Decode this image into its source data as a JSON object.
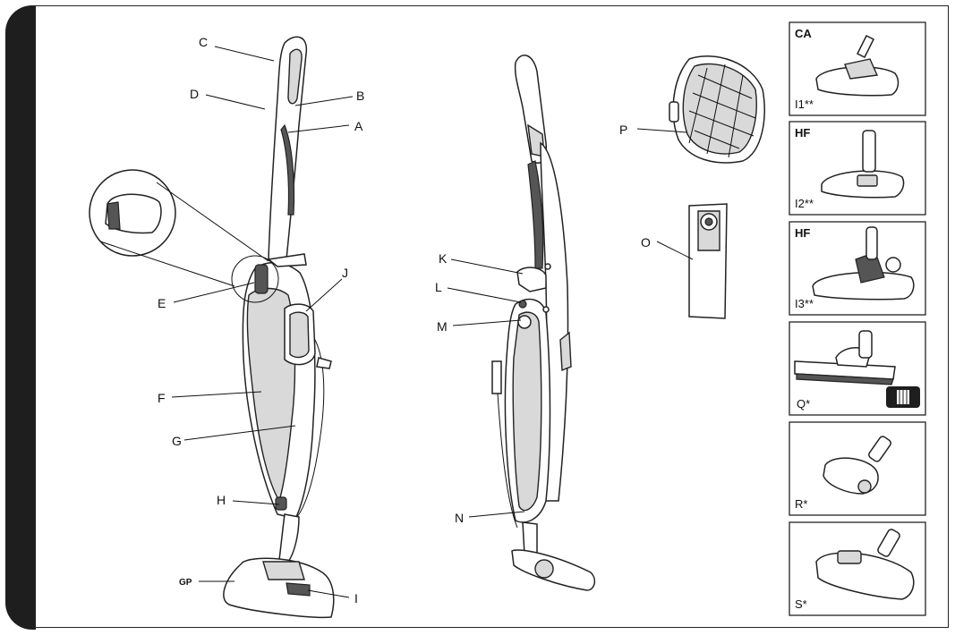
{
  "main_labels": {
    "C": "C",
    "D": "D",
    "B": "B",
    "A": "A",
    "E": "E",
    "J": "J",
    "F": "F",
    "G": "G",
    "H": "H",
    "GP": "GP",
    "I": "I",
    "K": "K",
    "L": "L",
    "M": "M",
    "N": "N",
    "P": "P",
    "O": "O"
  },
  "accessories": [
    {
      "code": "CA",
      "id": "I1**"
    },
    {
      "code": "HF",
      "id": "I2**"
    },
    {
      "code": "HF",
      "id": "I3**"
    },
    {
      "code": "",
      "id": "Q*"
    },
    {
      "code": "",
      "id": "R*"
    },
    {
      "code": "",
      "id": "S*"
    }
  ]
}
